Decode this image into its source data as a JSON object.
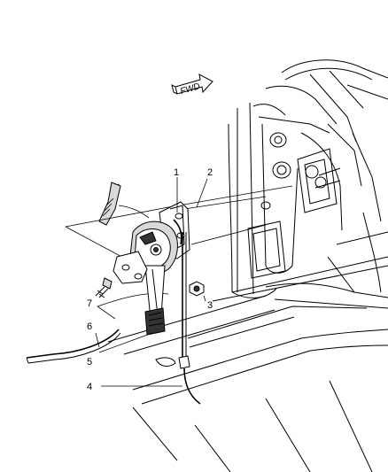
{
  "diagram": {
    "direction_label": "FWD",
    "callouts": [
      {
        "id": "1",
        "label": "1"
      },
      {
        "id": "2",
        "label": "2"
      },
      {
        "id": "3",
        "label": "3"
      },
      {
        "id": "4",
        "label": "4"
      },
      {
        "id": "5",
        "label": "5"
      },
      {
        "id": "6",
        "label": "6"
      },
      {
        "id": "7",
        "label": "7"
      }
    ]
  }
}
